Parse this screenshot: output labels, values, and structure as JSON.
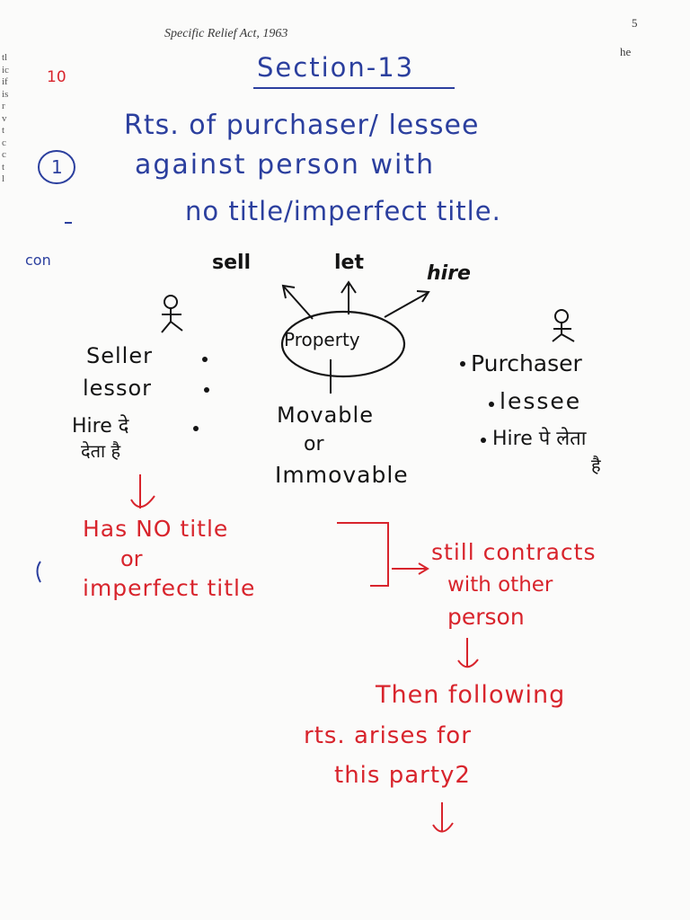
{
  "printed": {
    "header": "Specific Relief Act, 1963",
    "page_number": "5",
    "right_fragment": "he",
    "left_margin_fragments": [
      "tl",
      "ic",
      "if",
      "is",
      "r",
      "v",
      "t",
      "c",
      "c",
      "t",
      "l"
    ]
  },
  "notes": {
    "margin_number": "10",
    "section_title": "Section-13",
    "circled_marker": "1",
    "heading": {
      "line1": "Rts. of purchaser/ lessee",
      "line2": "against person with",
      "line3": "no title/imperfect title."
    },
    "margin_abbrev": "con",
    "diagram": {
      "actions": [
        "sell",
        "let",
        "hire"
      ],
      "center": "Property",
      "property_type": [
        "Movable",
        "or",
        "Immovable"
      ],
      "left_party": [
        "Seller",
        "lessor",
        "Hire दे",
        "देता है"
      ],
      "right_party": [
        "Purchaser",
        "lessee",
        "Hire पे लेता",
        "है"
      ]
    },
    "flow": {
      "no_title": [
        "Has NO title",
        "or",
        "imperfect title"
      ],
      "still_contracts": [
        "still contracts",
        "with other",
        "person"
      ],
      "then": [
        "Then following",
        "rts. arises for",
        "this party2"
      ]
    }
  },
  "colors": {
    "blue_ink": "#2b3f9e",
    "black_ink": "#141414",
    "red_ink": "#d8242c",
    "paper": "#fbfbfa"
  }
}
